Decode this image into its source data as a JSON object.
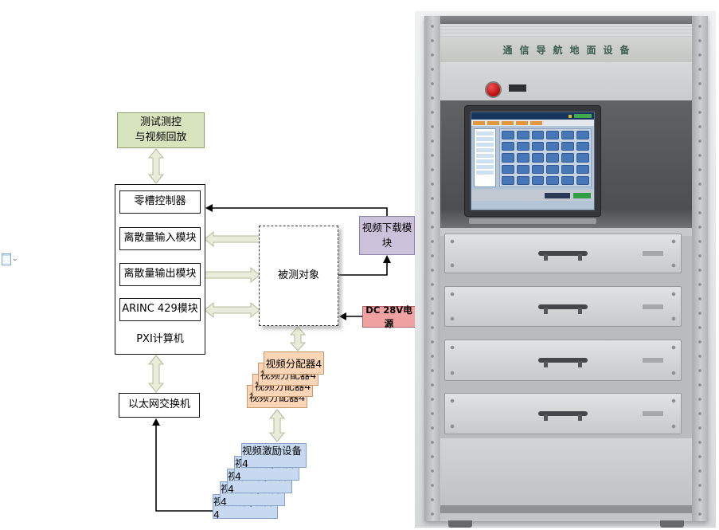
{
  "editor": {
    "margin_caret": "⌄"
  },
  "diagram": {
    "nodes": {
      "test_playback": {
        "label": "测试测控\n与视频回放"
      },
      "zero_slot": {
        "label": "零槽控制器"
      },
      "discrete_input": {
        "label": "离散量输入模块"
      },
      "discrete_output": {
        "label": "离散量输出模块"
      },
      "arinc429": {
        "label": "ARINC 429模块"
      },
      "pxi_computer": {
        "label": "PXI计算机"
      },
      "dut": {
        "label": "被测对象"
      },
      "video_download": {
        "label": "视频下载模\n块"
      },
      "dc_power": {
        "label": "DC 28V电源"
      },
      "video_splitter": {
        "label": "视频分配器4"
      },
      "ethernet_switch": {
        "label": "以太网交换机"
      },
      "video_exciter": {
        "label": "视频激励设备4"
      }
    },
    "colors": {
      "green_box": "#d7e4bd",
      "purple_box": "#ccc1da",
      "pink_box": "#f0a1a1",
      "orange_box": "#fbd5b5",
      "blue_box": "#c6d9f0",
      "block_arrow_fill": "#e9ecdb",
      "block_arrow_stroke": "#b4bb98"
    }
  },
  "photo": {
    "rack_title": "通信导航地面设备"
  }
}
